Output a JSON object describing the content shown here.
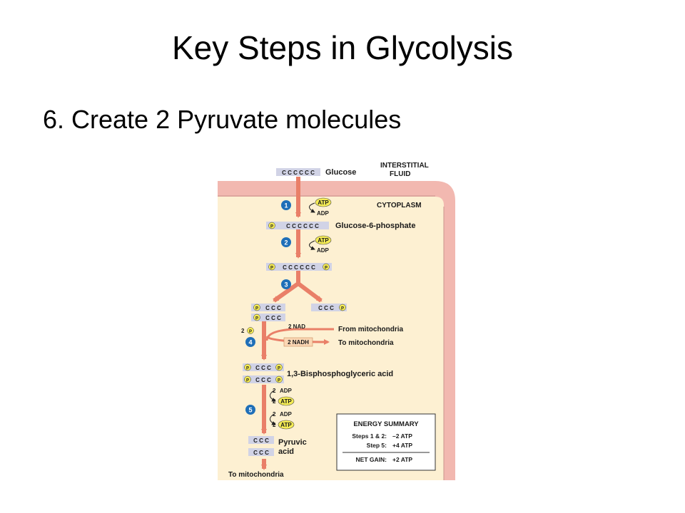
{
  "slide": {
    "title": "Key Steps in Glycolysis",
    "bullet": "6. Create 2 Pyruvate molecules"
  },
  "diagram": {
    "regions": {
      "interstitial_line1": "INTERSTITIAL",
      "interstitial_line2": "FLUID",
      "cytoplasm": "CYTOPLASM"
    },
    "chains": {
      "glucose": "C C C C C C",
      "g6p": "C C C C C C",
      "fbp": "C C C C C C",
      "three_c": "C C C",
      "pyruvate": "C C C"
    },
    "phosphate_symbol": "P",
    "dash": "–",
    "molecules": {
      "glucose": "Glucose",
      "g6p": "Glucose-6-phosphate",
      "bpg": "1,3-Bisphosphoglyceric acid",
      "pyruvic_line1": "Pyruvic",
      "pyruvic_line2": "acid"
    },
    "steps": [
      "1",
      "2",
      "3",
      "4",
      "5"
    ],
    "cofactors": {
      "atp": "ATP",
      "adp": "ADP",
      "two": "2",
      "two_p": "2",
      "nad": "2 NAD",
      "nadh": "2 NADH"
    },
    "transport": {
      "from_mito": "From mitochondria",
      "to_mito": "To mitochondria",
      "to_mito_bottom": "To mitochondria"
    },
    "energy_summary": {
      "title": "ENERGY SUMMARY",
      "rows": [
        {
          "label": "Steps 1 & 2:",
          "value": "–2 ATP"
        },
        {
          "label": "Step 5:",
          "value": "+4 ATP"
        }
      ],
      "net_label": "NET GAIN:",
      "net_value": "+2 ATP"
    },
    "colors": {
      "membrane": "#f2b8b0",
      "cytoplasm": "#fdf0d2",
      "arrow": "#e97f68",
      "atp": "#f5ec55",
      "chain_box": "#d1d3e6",
      "step_circle": "#1f6fb8"
    }
  }
}
